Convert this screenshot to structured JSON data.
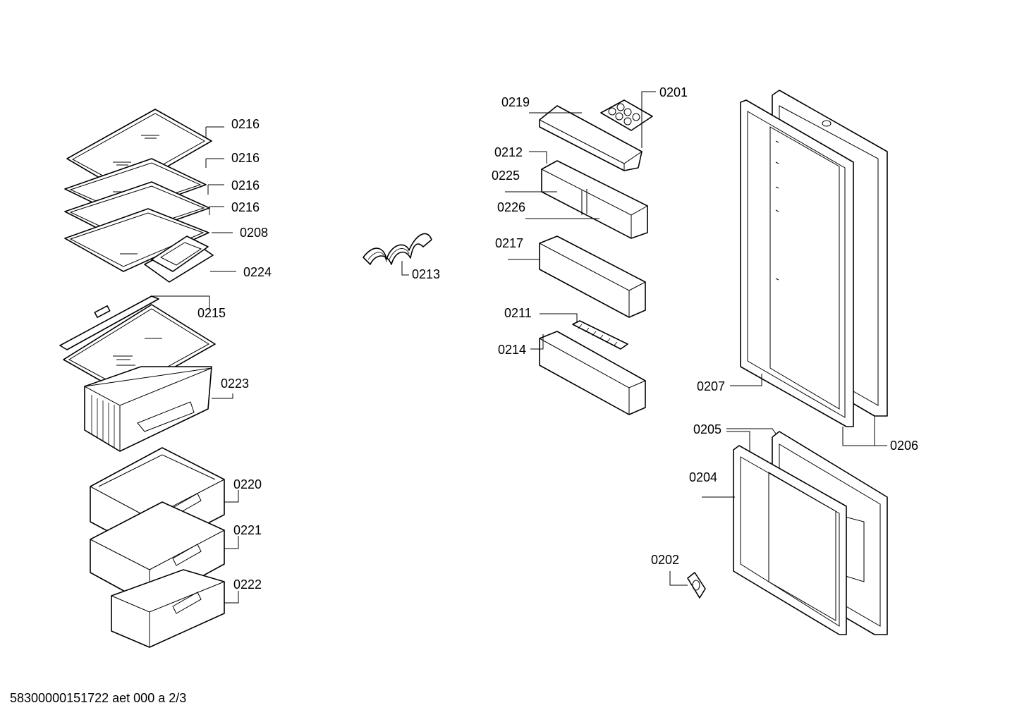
{
  "document_code": "58300000151722 aet 000 a 2/3",
  "part_labels": {
    "p0216a": "0216",
    "p0216b": "0216",
    "p0216c": "0216",
    "p0216d": "0216",
    "p0208": "0208",
    "p0224": "0224",
    "p0215": "0215",
    "p0223": "0223",
    "p0220": "0220",
    "p0221": "0221",
    "p0222": "0222",
    "p0213": "0213",
    "p0219": "0219",
    "p0201": "0201",
    "p0212": "0212",
    "p0225": "0225",
    "p0226": "0226",
    "p0217": "0217",
    "p0211": "0211",
    "p0214": "0214",
    "p0207": "0207",
    "p0206": "0206",
    "p0205": "0205",
    "p0204": "0204",
    "p0202": "0202"
  }
}
